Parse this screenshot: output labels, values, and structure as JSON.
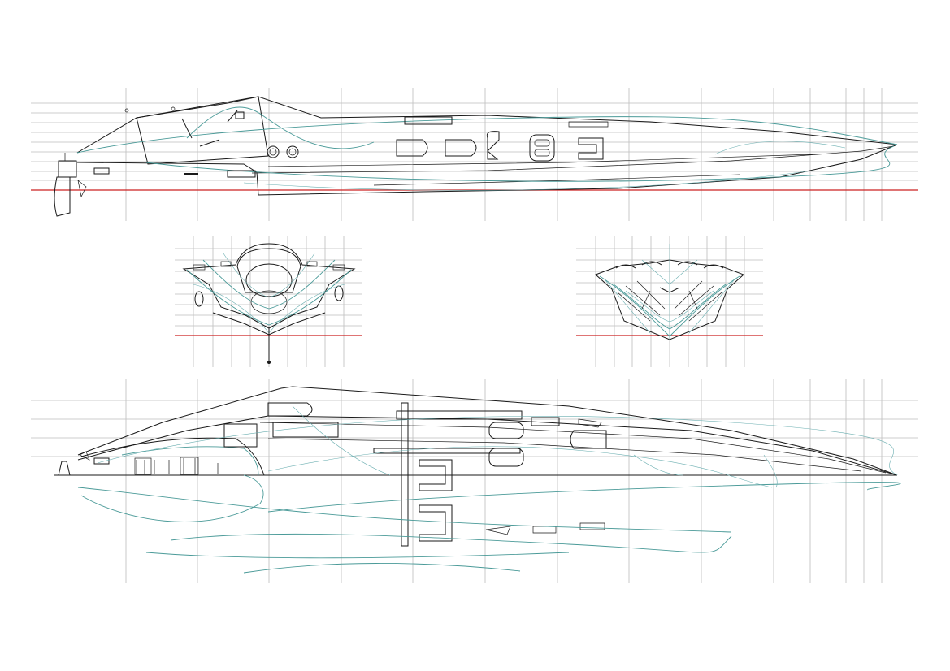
{
  "colors": {
    "background": "#ffffff",
    "grid": "#bdbdbd",
    "waterline": "#cc2222",
    "hull_outline": "#1a1a1a",
    "section_lines": "#4a9a98"
  },
  "views": [
    {
      "name": "profile-view"
    },
    {
      "name": "stern-body-plan-view"
    },
    {
      "name": "bow-body-plan-view"
    },
    {
      "name": "plan-view"
    }
  ]
}
